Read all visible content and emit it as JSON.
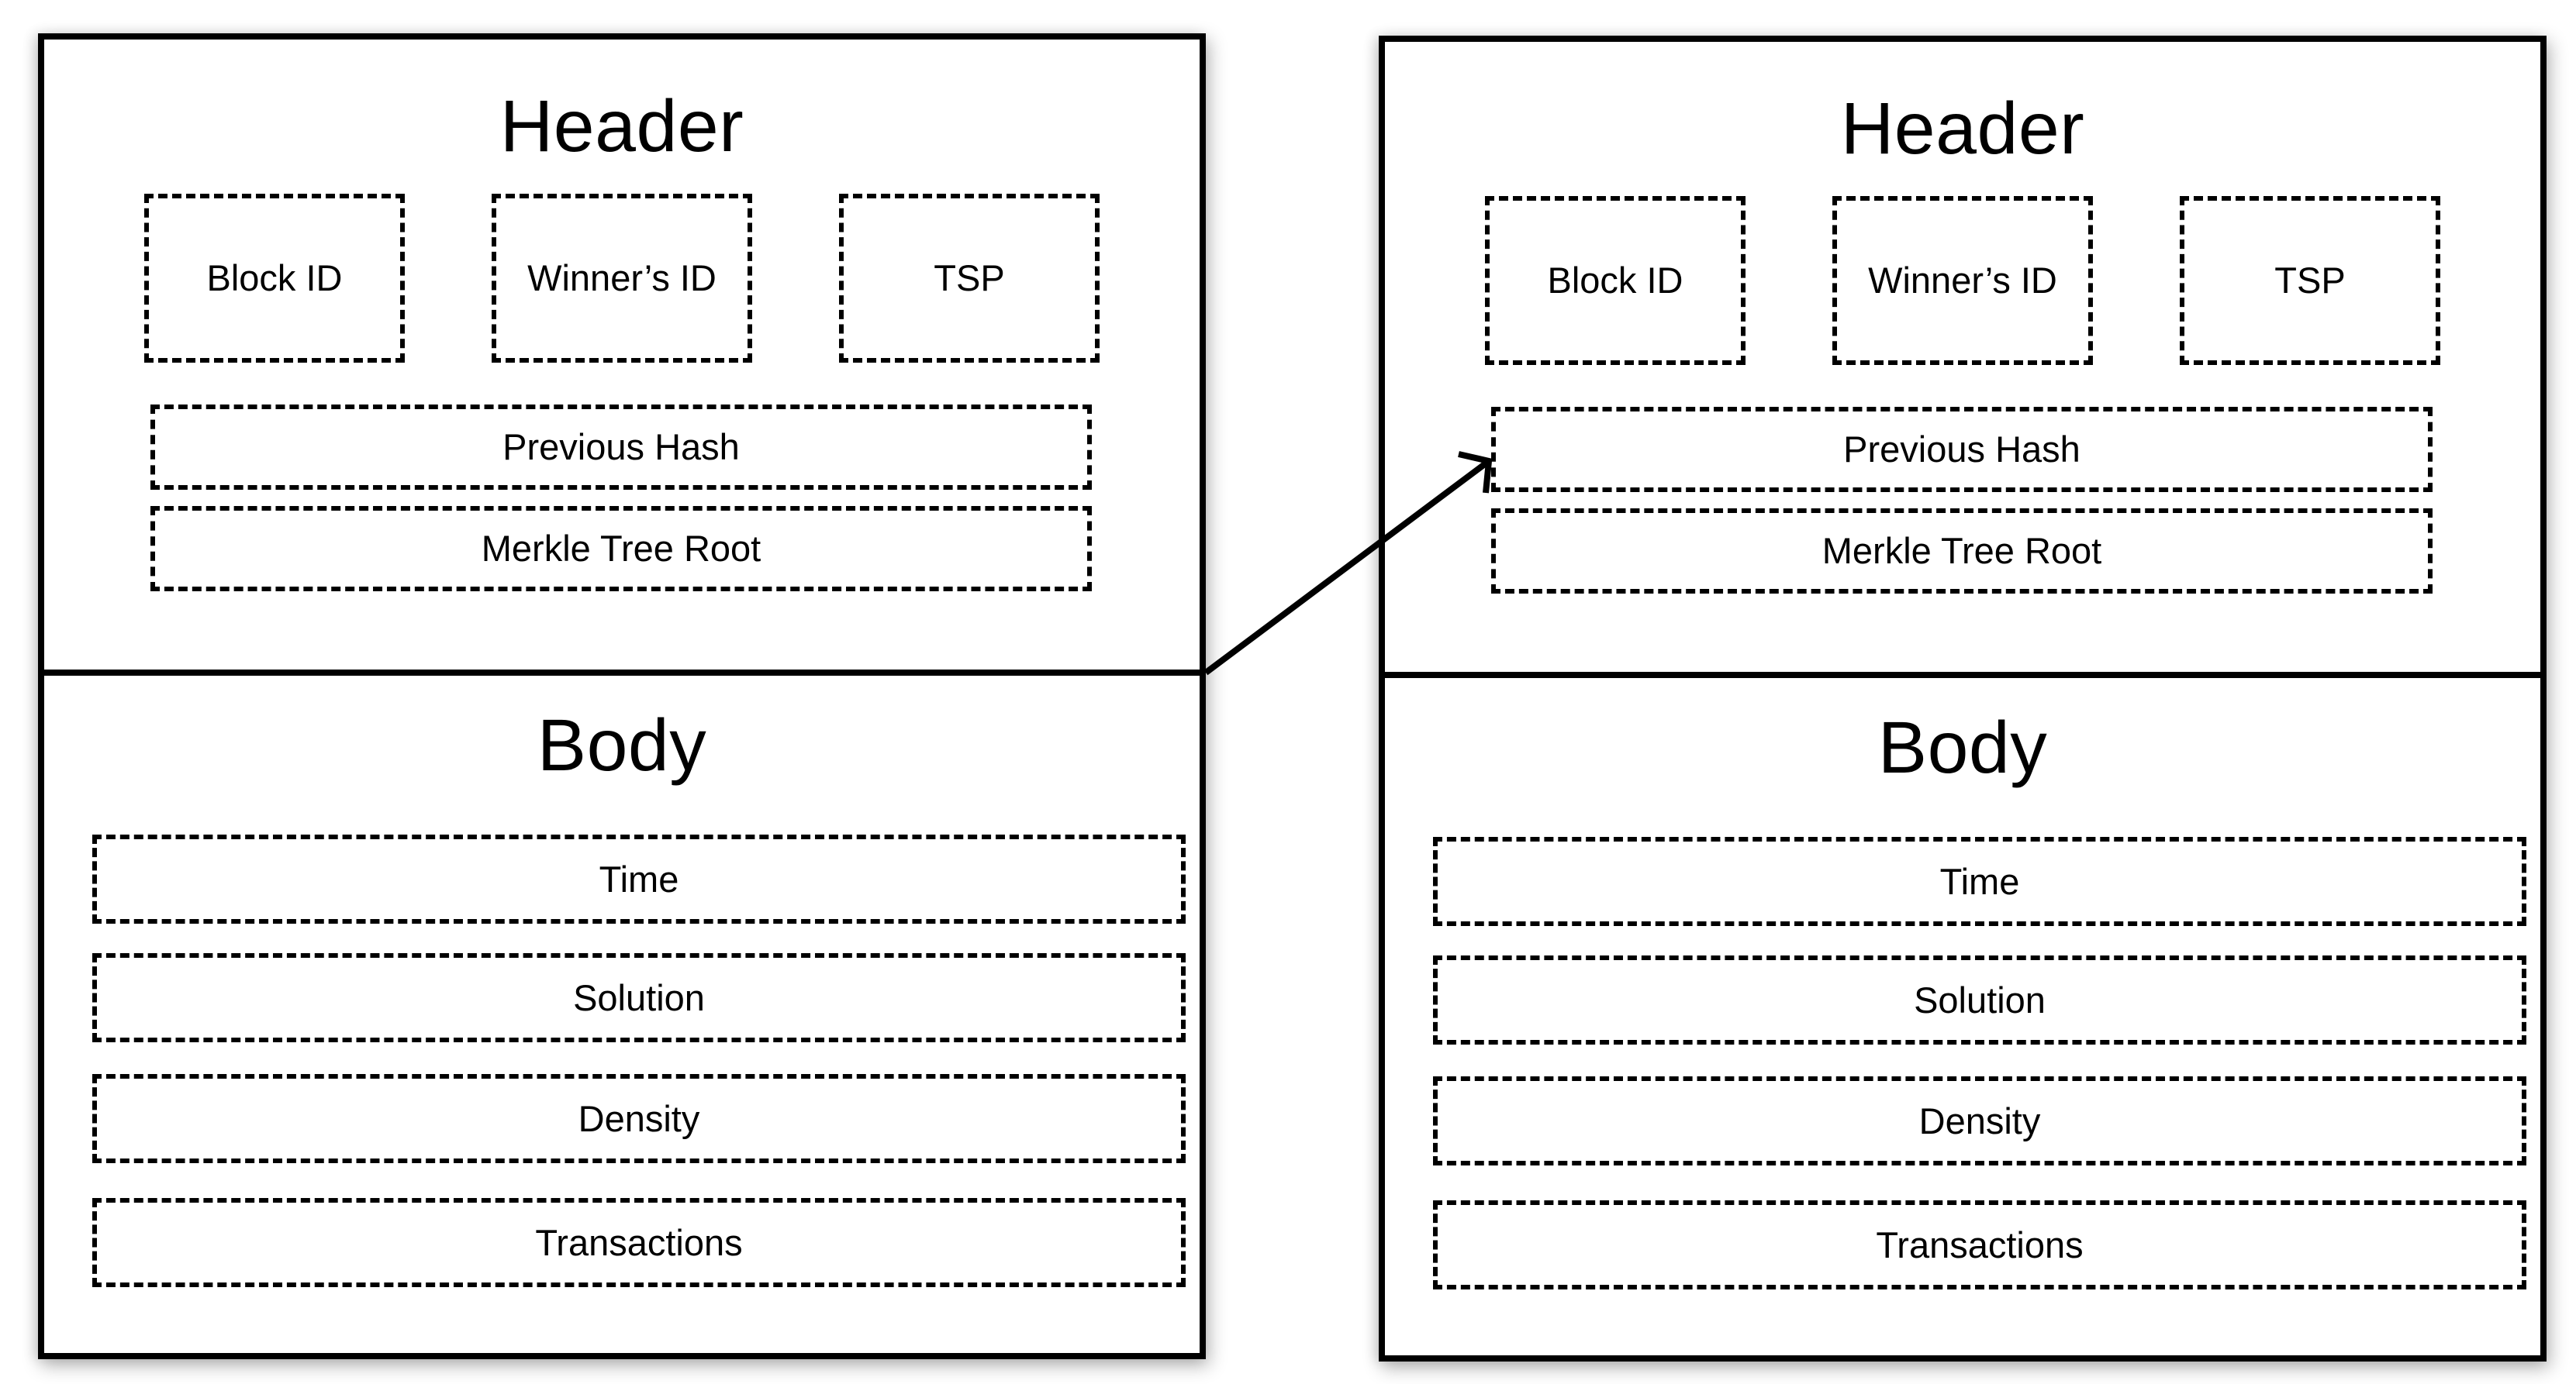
{
  "page": {
    "background": "#ffffff",
    "line_color": "#000000"
  },
  "blocks": [
    {
      "name": "previous-block",
      "header": {
        "title": "Header",
        "id_boxes": [
          "Block ID",
          "Winner’s ID",
          "TSP"
        ],
        "wide_boxes": [
          "Previous Hash",
          "Merkle Tree Root"
        ]
      },
      "body": {
        "title": "Body",
        "rows": [
          "Time",
          "Solution",
          "Density",
          "Transactions"
        ]
      }
    },
    {
      "name": "next-block",
      "header": {
        "title": "Header",
        "id_boxes": [
          "Block ID",
          "Winner’s ID",
          "TSP"
        ],
        "wide_boxes": [
          "Previous Hash",
          "Merkle Tree Root"
        ]
      },
      "body": {
        "title": "Body",
        "rows": [
          "Time",
          "Solution",
          "Density",
          "Transactions"
        ]
      }
    }
  ],
  "arrow": {
    "meaning": "link from previous block to next block's Previous Hash field"
  }
}
